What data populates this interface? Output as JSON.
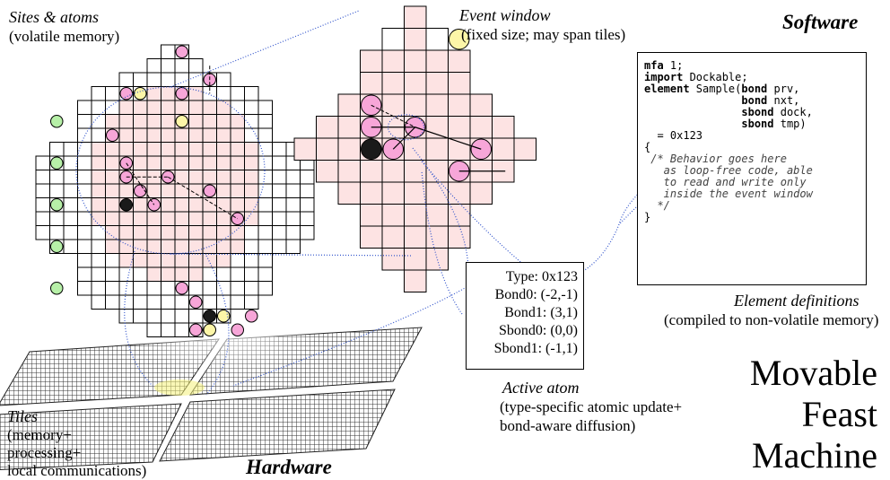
{
  "labels": {
    "sites_title": "Sites & atoms",
    "sites_sub": "(volatile memory)",
    "event_title": "Event window",
    "event_sub": "(fixed size; may span tiles)",
    "software": "Software",
    "hardware": "Hardware",
    "tiles_title": "Tiles",
    "tiles_line1": "(memory+",
    "tiles_line2": "processing+",
    "tiles_line3": "local communications)",
    "element_defs_title": "Element definitions",
    "element_defs_sub": "(compiled to non-volatile memory)",
    "active_atom_title": "Active atom",
    "active_atom_line1": "(type-specific atomic update+",
    "active_atom_line2": "bond-aware diffusion)",
    "mfm_line1": "Movable",
    "mfm_line2": "Feast",
    "mfm_line3": "Machine"
  },
  "code": {
    "l1a": "mfa",
    "l1b": " 1;",
    "l2a": "import",
    "l2b": " Dockable;",
    "l3a": "element",
    "l3b": " Sample(",
    "l3c": "bond",
    "l3d": " prv,",
    "l4a": "bond",
    "l4b": " nxt,",
    "l5a": "sbond",
    "l5b": " dock,",
    "l6a": "sbond",
    "l6b": " tmp)",
    "l7": "  = 0x123",
    "l8": "{",
    "c1": " /* Behavior goes here",
    "c2": "   as loop-free code, able",
    "c3": "   to read and write only",
    "c4": "   inside the event window",
    "c5": "  */",
    "l9": "}"
  },
  "active_atom": {
    "type": "Type: 0x123",
    "bond0": "Bond0: (-2,-1)",
    "bond1": "Bond1: (3,1)",
    "sbond0": "Sbond0: (0,0)",
    "sbond1": "Sbond1: (-1,1)"
  },
  "colors": {
    "pink_fill": "#fde3e3",
    "pink_atom": "#f7a6d8",
    "green_atom": "#b7f0a8",
    "yellow_atom": "#fdf6a8",
    "black_atom": "#1a1a1a",
    "dotted_blue": "#3355cc"
  }
}
